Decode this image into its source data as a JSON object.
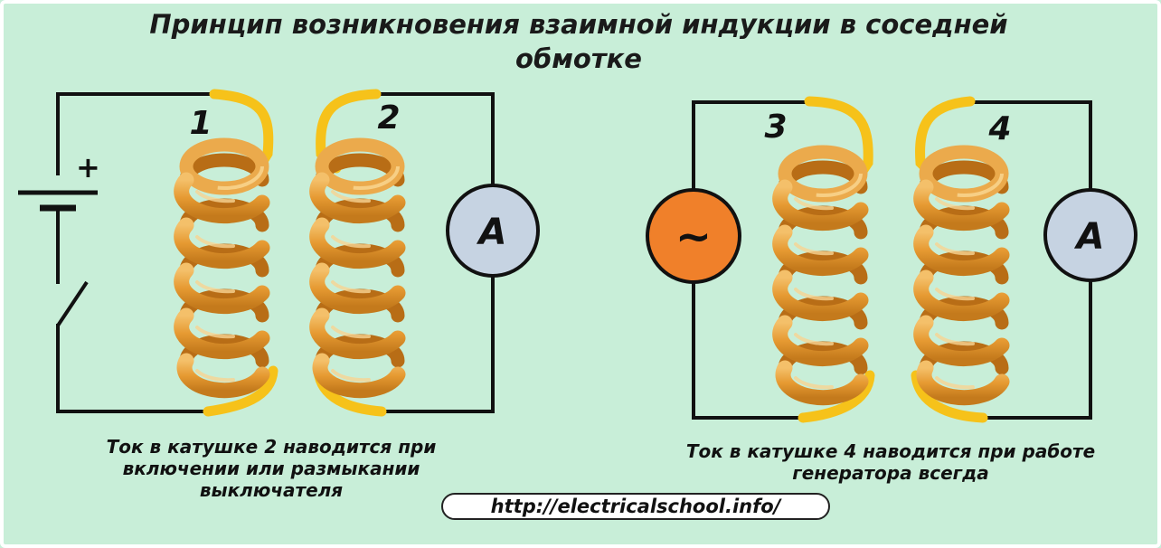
{
  "title": "Принцип возникновения взаимной индукции в соседней обмотке",
  "coils": {
    "c1": "1",
    "c2": "2",
    "c3": "3",
    "c4": "4"
  },
  "meters": {
    "left_label": "A",
    "right_label": "A",
    "generator_symbol": "~"
  },
  "battery": {
    "plus": "+"
  },
  "captions": {
    "left": "Ток в катушке 2 наводится при включении или размыкании выключателя",
    "right": "Ток в катушке 4 наводится при работе генератора всегда"
  },
  "url": "http://electricalschool.info/",
  "colors": {
    "background": "#c8eed8",
    "wire": "#111111",
    "coil": "#e9a23b",
    "coil_shadow": "#b86d16",
    "lead": "#f6c21a",
    "ammeter": "#c6d3e2",
    "generator": "#f0802a"
  },
  "icons": [
    "battery-icon",
    "switch-icon",
    "ammeter-icon",
    "ac-generator-icon",
    "coil-icon"
  ]
}
